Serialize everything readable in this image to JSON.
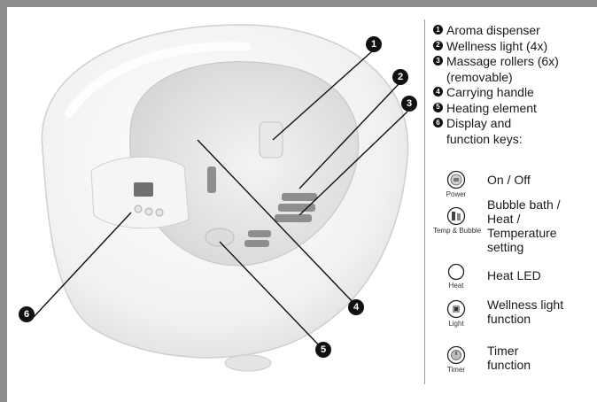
{
  "legend": {
    "items": [
      {
        "num": "1",
        "text": "Aroma dispenser"
      },
      {
        "num": "2",
        "text": "Wellness light (4x)"
      },
      {
        "num": "3",
        "text": "Massage rollers (6x)",
        "sub": "(removable)"
      },
      {
        "num": "4",
        "text": "Carrying handle"
      },
      {
        "num": "5",
        "text": "Heating element"
      },
      {
        "num": "6",
        "text": "Display and",
        "sub": "function keys:"
      }
    ]
  },
  "keys": [
    {
      "icon": "power-key-icon",
      "caption": "Power",
      "text": "On / Off"
    },
    {
      "icon": "temp-bubble-key-icon",
      "caption": "Temp & Bubble",
      "text": "Bubble bath /\nHeat /\nTemperature\nsetting"
    },
    {
      "icon": "heat-led-icon",
      "caption": "Heat",
      "text": "Heat LED"
    },
    {
      "icon": "light-key-icon",
      "caption": "Light",
      "text": "Wellness light\nfunction"
    },
    {
      "icon": "timer-key-icon",
      "caption": "Timer",
      "text": "Timer\nfunction"
    }
  ],
  "callouts": [
    "1",
    "2",
    "3",
    "4",
    "5",
    "6"
  ]
}
